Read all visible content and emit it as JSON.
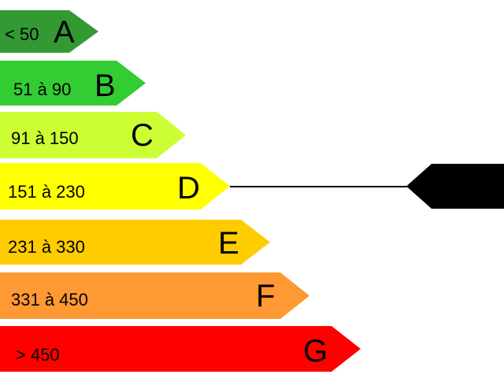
{
  "rating_scale": {
    "bands": [
      {
        "letter": "A",
        "range": "< 50",
        "color": "#339933"
      },
      {
        "letter": "B",
        "range": "51 à 90",
        "color": "#33cc33"
      },
      {
        "letter": "C",
        "range": "91 à 150",
        "color": "#ccff33"
      },
      {
        "letter": "D",
        "range": "151 à 230",
        "color": "#ffff00"
      },
      {
        "letter": "E",
        "range": "231 à 330",
        "color": "#ffcc00"
      },
      {
        "letter": "F",
        "range": "331 à 450",
        "color": "#ff9933"
      },
      {
        "letter": "G",
        "range": "> 450",
        "color": "#ff0000"
      }
    ],
    "indicator": {
      "points_to": "D",
      "color": "#000000"
    }
  }
}
